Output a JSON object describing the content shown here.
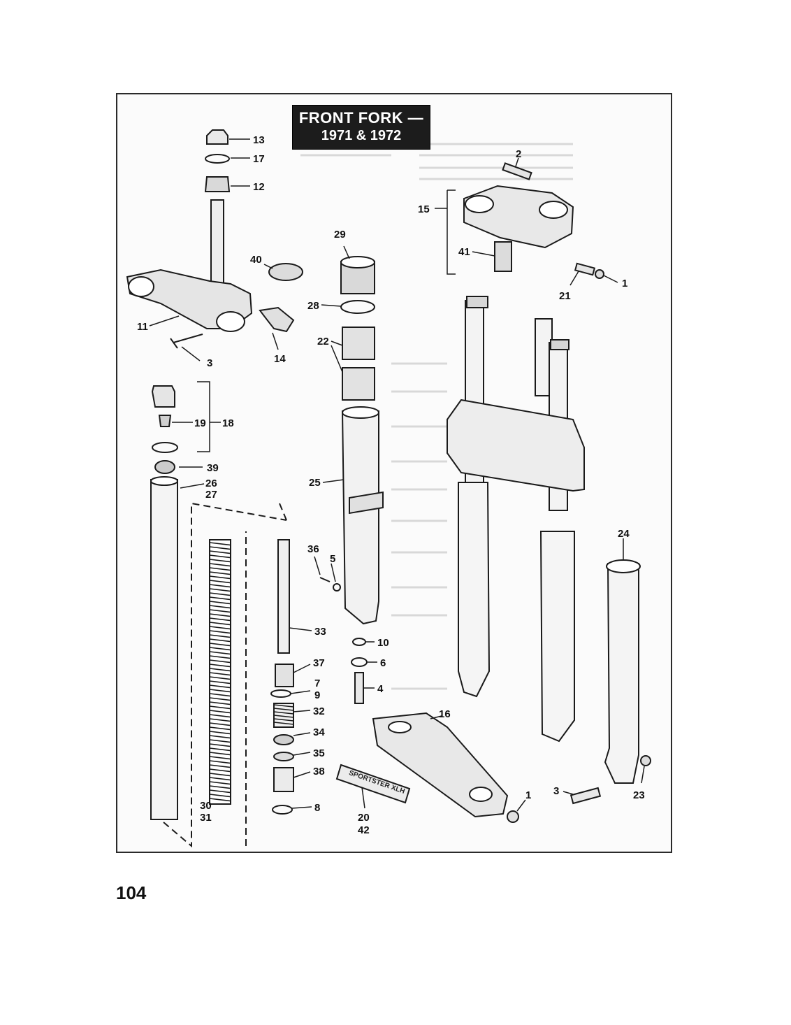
{
  "title": {
    "line1": "FRONT FORK —",
    "line2": "1971 & 1972"
  },
  "page_number": "104",
  "plate_text": "SPORTSTER XLH",
  "callouts": [
    {
      "id": "c13",
      "label": "13"
    },
    {
      "id": "c17",
      "label": "17"
    },
    {
      "id": "c12",
      "label": "12"
    },
    {
      "id": "c40",
      "label": "40"
    },
    {
      "id": "c11",
      "label": "11"
    },
    {
      "id": "c3a",
      "label": "3"
    },
    {
      "id": "c14",
      "label": "14"
    },
    {
      "id": "c19",
      "label": "19"
    },
    {
      "id": "c18",
      "label": "18"
    },
    {
      "id": "c39",
      "label": "39"
    },
    {
      "id": "c26",
      "label": "26"
    },
    {
      "id": "c27",
      "label": "27"
    },
    {
      "id": "c30",
      "label": "30"
    },
    {
      "id": "c31",
      "label": "31"
    },
    {
      "id": "c29",
      "label": "29"
    },
    {
      "id": "c28",
      "label": "28"
    },
    {
      "id": "c22",
      "label": "22"
    },
    {
      "id": "c25",
      "label": "25"
    },
    {
      "id": "c36",
      "label": "36"
    },
    {
      "id": "c5",
      "label": "5"
    },
    {
      "id": "c33",
      "label": "33"
    },
    {
      "id": "c10",
      "label": "10"
    },
    {
      "id": "c6",
      "label": "6"
    },
    {
      "id": "c37",
      "label": "37"
    },
    {
      "id": "c7",
      "label": "7"
    },
    {
      "id": "c9",
      "label": "9"
    },
    {
      "id": "c4",
      "label": "4"
    },
    {
      "id": "c32",
      "label": "32"
    },
    {
      "id": "c34",
      "label": "34"
    },
    {
      "id": "c35",
      "label": "35"
    },
    {
      "id": "c38",
      "label": "38"
    },
    {
      "id": "c8",
      "label": "8"
    },
    {
      "id": "c20",
      "label": "20"
    },
    {
      "id": "c42",
      "label": "42"
    },
    {
      "id": "c16",
      "label": "16"
    },
    {
      "id": "c1b",
      "label": "1"
    },
    {
      "id": "c2",
      "label": "2"
    },
    {
      "id": "c15",
      "label": "15"
    },
    {
      "id": "c41",
      "label": "41"
    },
    {
      "id": "c21",
      "label": "21"
    },
    {
      "id": "c1a",
      "label": "1"
    },
    {
      "id": "c24",
      "label": "24"
    },
    {
      "id": "c3b",
      "label": "3"
    },
    {
      "id": "c23",
      "label": "23"
    }
  ],
  "colors": {
    "ink": "#1a1a1a",
    "title_bg": "#1c1c1c",
    "title_text": "#ffffff",
    "paper": "#fbfbfb"
  }
}
